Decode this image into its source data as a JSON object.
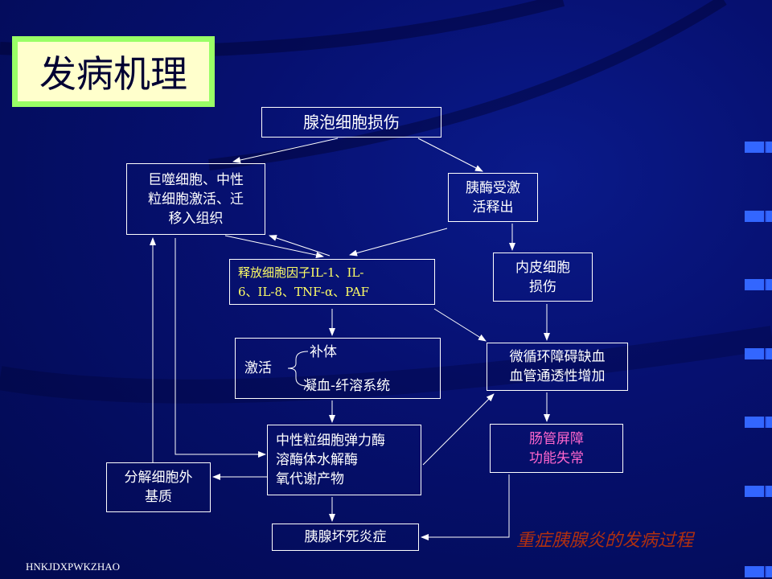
{
  "title": "发病机理",
  "nodes": {
    "acinar": "腺泡细胞损伤",
    "macrophage": "巨噬细胞、中性\n粒细胞激活、迁\n移入组织",
    "enzyme": "胰酶受激\n活释出",
    "cytokines": "释放细胞因子IL-1、IL-\n6、IL-8、TNF-α、PAF",
    "endothelial": "内皮细胞\n损伤",
    "activate_label": "激活",
    "complement": "补体",
    "coagulation": "凝血-纤溶系统",
    "microcirculation": "微循环障碍缺血\n血管通透性增加",
    "neutrophil": "中性粒细胞弹力酶\n溶酶体水解酶\n氧代谢产物",
    "intestinal": "肠管屏障\n功能失常",
    "matrix": "分解细胞外\n基质",
    "necrosis": "胰腺坏死炎症"
  },
  "caption": "重症胰腺炎的发病过程",
  "footer": "HNKJDXPWKZHAO",
  "colors": {
    "cytokines_text": "#ffff66",
    "intestinal_text": "#ff66cc",
    "caption": "#b03010"
  }
}
